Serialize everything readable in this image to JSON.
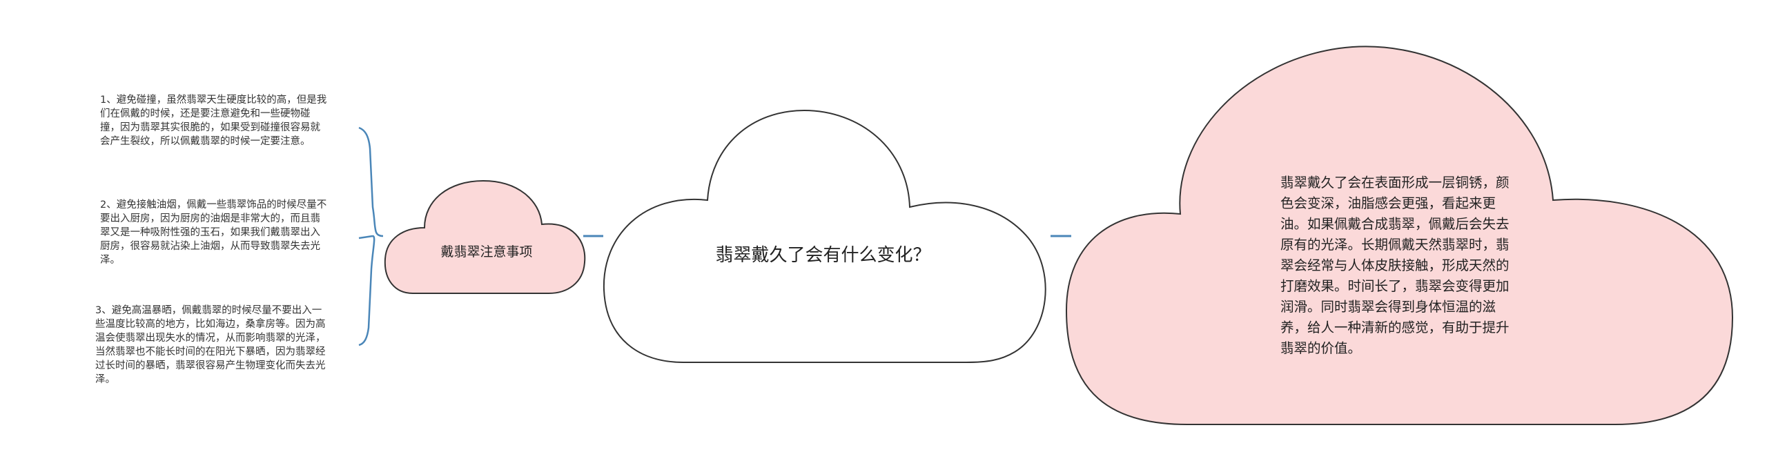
{
  "colors": {
    "pink_fill": "#fbd9d9",
    "white_fill": "#ffffff",
    "outline": "#333333",
    "connector": "#4a86b8"
  },
  "central": {
    "text": "翡翠戴久了会有什么变化？"
  },
  "right_node": {
    "text": "翡翠戴久了会在表面形成一层铜锈，颜色会变深，油脂感会更强，看起来更油。如果佩戴合成翡翠，佩戴后会失去原有的光泽。长期佩戴天然翡翠时，翡翠会经常与人体皮肤接触，形成天然的打磨效果。时间长了，翡翠会变得更加润滑。同时翡翠会得到身体恒温的滋养，给人一种清新的感觉，有助于提升翡翠的价值。"
  },
  "left_node": {
    "text": "戴翡翠注意事项"
  },
  "leaves": [
    "1、避免碰撞，虽然翡翠天生硬度比较的高，但是我们在佩戴的时候，还是要注意避免和一些硬物碰撞，因为翡翠其实很脆的，如果受到碰撞很容易就会产生裂纹，所以佩戴翡翠的时候一定要注意。",
    "2、避免接触油烟，佩戴一些翡翠饰品的时候尽量不要出入厨房，因为厨房的油烟是非常大的，而且翡翠又是一种吸附性强的玉石，如果我们戴翡翠出入厨房，很容易就沾染上油烟，从而导致翡翠失去光泽。",
    "3、避免高温暴晒，佩戴翡翠的时候尽量不要出入一些温度比较高的地方，比如海边，桑拿房等。因为高温会使翡翠出现失水的情况，从而影响翡翠的光泽，当然翡翠也不能长时间的在阳光下暴晒，因为翡翠经过长时间的暴晒，翡翠很容易产生物理变化而失去光泽。"
  ]
}
